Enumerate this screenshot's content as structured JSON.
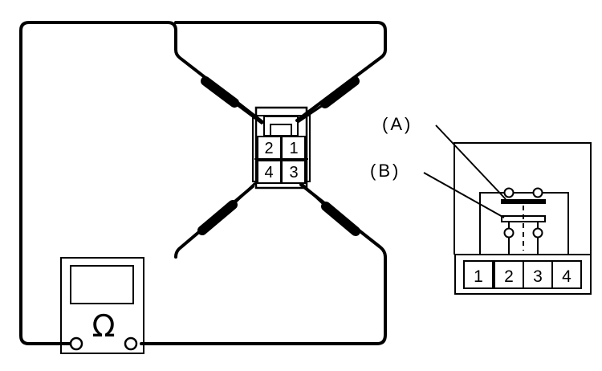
{
  "connector": {
    "pins": {
      "p1": "1",
      "p2": "2",
      "p3": "3",
      "p4": "4"
    }
  },
  "relay": {
    "label_a": "(A)",
    "label_b": "(B)",
    "terminals": [
      "1",
      "2",
      "3",
      "4"
    ]
  },
  "meter": {
    "symbol": "Ω"
  },
  "colors": {
    "line": "#000000",
    "background": "#ffffff"
  }
}
